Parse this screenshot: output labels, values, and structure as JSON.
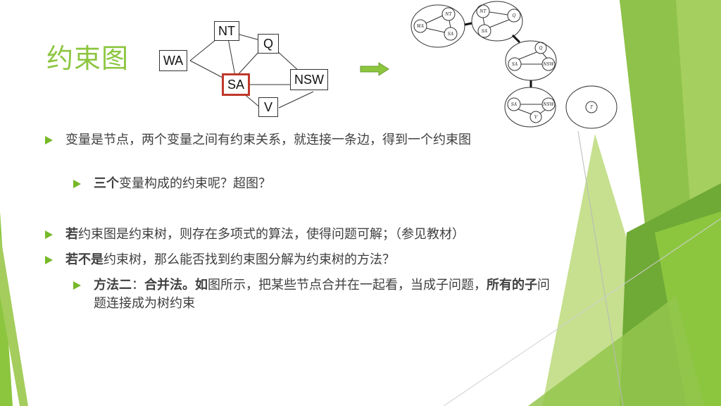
{
  "slide": {
    "title": "约束图"
  },
  "graph": {
    "nodes": {
      "wa": "WA",
      "nt": "NT",
      "q": "Q",
      "sa": "SA",
      "nsw": "NSW",
      "v": "V"
    },
    "highlight_color": "#c0392b"
  },
  "merged_graph": {
    "labels": [
      "WA",
      "NT",
      "SA",
      "NT",
      "Q",
      "SA",
      "Q",
      "SA",
      "NSW",
      "SA",
      "NSW",
      "V",
      "T"
    ]
  },
  "bullets": [
    {
      "text": "变量是节点，两个变量之间有约束关系，就连接一条边，得到一个约束图"
    },
    {
      "bold": "三个",
      "text": "变量构成的约束呢？超图？"
    },
    {
      "bold": "若",
      "text": "约束图是约束树，则存在多项式的算法，使得问题可解；（参见教材）"
    },
    {
      "bold": "若不是",
      "text": "约束树，那么能否找到约束图分解为约束树的方法？"
    },
    {
      "bold1": "方法二",
      "sep": "：",
      "bold2": "合并法。如",
      "text1": "图所示，把某些节点合并在一起看，当成子问题，",
      "bold3": "所有的子",
      "text2": "问题连接成为树约束"
    }
  ],
  "theme": {
    "accent": "#8cc63f",
    "accent_dark": "#4e8a1e",
    "bullet": "#76b82a"
  }
}
